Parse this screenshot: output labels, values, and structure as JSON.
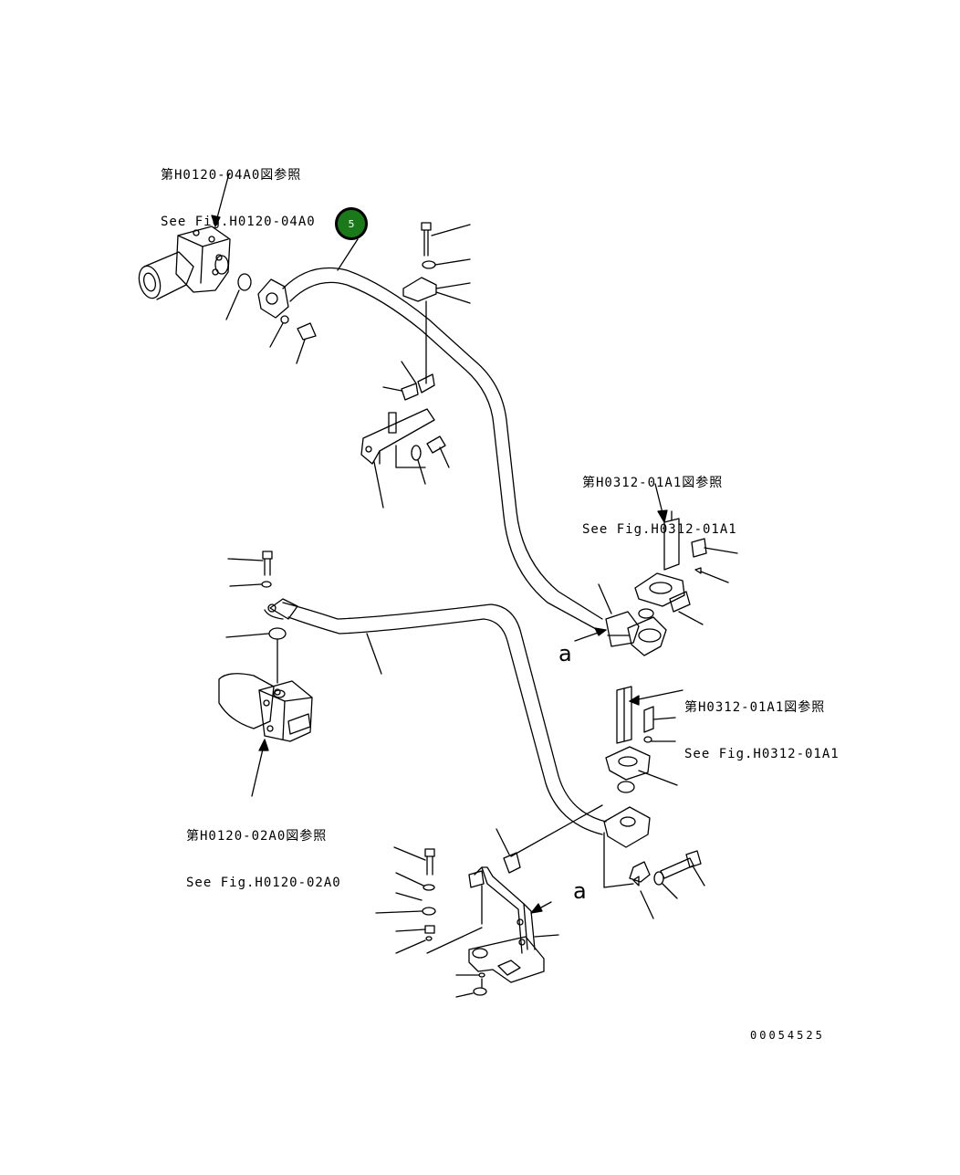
{
  "references": [
    {
      "jp": "第H0120-04A0図参照",
      "en": "See Fig.H0120-04A0"
    },
    {
      "jp": "第H0312-01A1図参照",
      "en": "See Fig.H0312-01A1"
    },
    {
      "jp": "第H0312-01A1図参照",
      "en": "See Fig.H0312-01A1"
    },
    {
      "jp": "第H0120-02A0図参照",
      "en": "See Fig.H0120-02A0"
    }
  ],
  "callout": {
    "label": "5",
    "color": "#1a7a1a"
  },
  "view_markers": [
    "a",
    "a"
  ],
  "figure_number": "00054525",
  "colors": {
    "line": "#000000",
    "background": "#ffffff",
    "callout_fill": "#1a7a1a"
  }
}
